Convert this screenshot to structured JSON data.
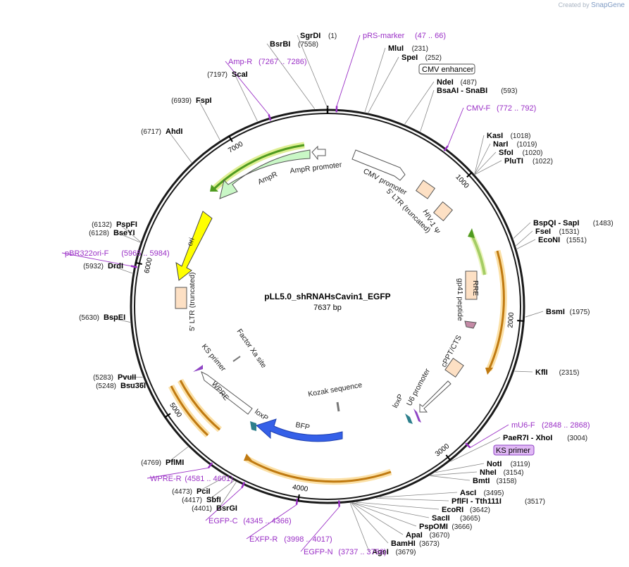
{
  "watermark": {
    "created_by": "Created by",
    "brand": "SnapGene"
  },
  "map": {
    "title": "pLL5.0_shRNAHsCavin1_EGFP",
    "length": "7637 bp",
    "total_bp": 7637,
    "backbone_color": "#1a1a1a",
    "tick_labels": [
      "1000",
      "2000",
      "3000",
      "4000",
      "5000",
      "6000",
      "7000"
    ]
  },
  "enzymes": [
    {
      "bp": 1,
      "pos": "(1)",
      "name": "SgrDI"
    },
    {
      "bp": 7558,
      "pos": "(7558)",
      "name": "BsrBI"
    },
    {
      "bp": 231,
      "pos": "(231)",
      "name": "MluI"
    },
    {
      "bp": 252,
      "pos": "(252)",
      "name": "SpeI"
    },
    {
      "bp": 487,
      "pos": "(487)",
      "name": "NdeI"
    },
    {
      "bp": 593,
      "pos": "(593)",
      "name": "BsaAI - SnaBI"
    },
    {
      "bp": 1018,
      "pos": "(1018)",
      "name": "KasI"
    },
    {
      "bp": 1019,
      "pos": "(1019)",
      "name": "NarI"
    },
    {
      "bp": 1020,
      "pos": "(1020)",
      "name": "SfoI"
    },
    {
      "bp": 1022,
      "pos": "(1022)",
      "name": "PluTI"
    },
    {
      "bp": 1483,
      "pos": "(1483)",
      "name": "BspQI - SapI"
    },
    {
      "bp": 1531,
      "pos": "(1531)",
      "name": "FseI"
    },
    {
      "bp": 1551,
      "pos": "(1551)",
      "name": "EcoNI"
    },
    {
      "bp": 1975,
      "pos": "(1975)",
      "name": "BsmI"
    },
    {
      "bp": 2315,
      "pos": "(2315)",
      "name": "KflI"
    },
    {
      "bp": 3004,
      "pos": "(3004)",
      "name": "PaeR7I - XhoI"
    },
    {
      "bp": 3119,
      "pos": "(3119)",
      "name": "NotI"
    },
    {
      "bp": 3154,
      "pos": "(3154)",
      "name": "NheI"
    },
    {
      "bp": 3158,
      "pos": "(3158)",
      "name": "BmtI"
    },
    {
      "bp": 3495,
      "pos": "(3495)",
      "name": "AscI"
    },
    {
      "bp": 3517,
      "pos": "(3517)",
      "name": "PflFI - Tth111I"
    },
    {
      "bp": 3642,
      "pos": "(3642)",
      "name": "EcoRI"
    },
    {
      "bp": 3665,
      "pos": "(3665)",
      "name": "SacII"
    },
    {
      "bp": 3666,
      "pos": "(3666)",
      "name": "PspOMI"
    },
    {
      "bp": 3670,
      "pos": "(3670)",
      "name": "ApaI"
    },
    {
      "bp": 3673,
      "pos": "(3673)",
      "name": "BamHI"
    },
    {
      "bp": 3679,
      "pos": "(3679)",
      "name": "AgeI"
    },
    {
      "bp": 4769,
      "pos": "(4769)",
      "name": "PflMI"
    },
    {
      "bp": 4473,
      "pos": "(4473)",
      "name": "PciI"
    },
    {
      "bp": 4417,
      "pos": "(4417)",
      "name": "SbfI"
    },
    {
      "bp": 4401,
      "pos": "(4401)",
      "name": "BsrGI"
    },
    {
      "bp": 5283,
      "pos": "(5283)",
      "name": "PvuII"
    },
    {
      "bp": 5248,
      "pos": "(5248)",
      "name": "Bsu36I"
    },
    {
      "bp": 5630,
      "pos": "(5630)",
      "name": "BspEI"
    },
    {
      "bp": 5932,
      "pos": "(5932)",
      "name": "DrdI"
    },
    {
      "bp": 6132,
      "pos": "(6132)",
      "name": "PspFI"
    },
    {
      "bp": 6128,
      "pos": "(6128)",
      "name": "BseYI"
    },
    {
      "bp": 6717,
      "pos": "(6717)",
      "name": "AhdI"
    },
    {
      "bp": 6939,
      "pos": "(6939)",
      "name": "FspI"
    },
    {
      "bp": 7197,
      "pos": "(7197)",
      "name": "ScaI"
    }
  ],
  "primers": [
    {
      "bp": 56,
      "name": "pRS-marker",
      "range": "(47 .. 66)"
    },
    {
      "bp": 782,
      "name": "CMV-F",
      "range": "(772 .. 792)"
    },
    {
      "bp": 2858,
      "name": "mU6-F",
      "range": "(2848 .. 2868)"
    },
    {
      "bp": 3747,
      "name": "EGFP-N",
      "range": "(3737 .. 3758)"
    },
    {
      "bp": 4007,
      "name": "EXFP-R",
      "range": "(3998 .. 4017)"
    },
    {
      "bp": 4355,
      "name": "EGFP-C",
      "range": "(4345 .. 4366)"
    },
    {
      "bp": 4591,
      "name": "WPRE-R",
      "range": "(4581 .. 4601)"
    },
    {
      "bp": 5974,
      "name": "pBR322ori-F",
      "range": "(5965 .. 5984)"
    },
    {
      "bp": 7276,
      "name": "Amp-R",
      "range": "(7267 .. 7286)"
    }
  ],
  "boxed_labels": {
    "cmv_enhancer": "CMV enhancer",
    "ks_primer": "KS primer"
  },
  "features": {
    "cmv_promoter": "CMV promoter",
    "ltr_5_trunc": "5' LTR (truncated)",
    "hiv1_psi": "HIV-1 Ψ",
    "rre": "RRE",
    "gp41": "gp41 peptide",
    "cppt": "cPPT/CTS",
    "u6_promoter": "U6 promoter",
    "loxp_right": "loxP",
    "kozak": "Kozak sequence",
    "bfp": "BFP",
    "loxp_left": "loxP",
    "wpre": "WPRE",
    "ks_primer": "KS primer",
    "factor_xa": "Factor Xa site",
    "ltr_3_trunc": "5' LTR (truncated)",
    "ori": "ori",
    "ampr": "AmpR",
    "ampr_promoter": "AmpR promoter"
  },
  "colors": {
    "primer": "#9a2fc6",
    "ltr_fill": "#fde0c4",
    "orange_bar": "#f2a93b",
    "green_bar": "#4f9b1f",
    "ampr_fill": "#c9f7c6",
    "ori_fill": "#ffff00",
    "bfp_fill": "#3560e8",
    "loxp_fill": "#2d7f8c",
    "gp41_fill": "#c48aa6",
    "ks_fill": "#8e44c4",
    "ks_box": "#e0b8f5"
  }
}
